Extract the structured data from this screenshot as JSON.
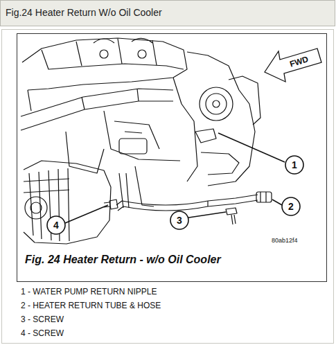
{
  "diagram": {
    "title": "Fig.24 Heater Return W/o Oil Cooler",
    "caption": "Fig. 24 Heater Return - w/o Oil Cooler",
    "labels": [
      "FWD",
      "1",
      "2",
      "3",
      "4",
      "80ab12f4",
      "1 - WATER PUMP RETURN NIPPLE",
      "2 - HEATER RETURN TUBE & HOSE",
      "3 - SCREW",
      "4 - SCREW"
    ]
  }
}
